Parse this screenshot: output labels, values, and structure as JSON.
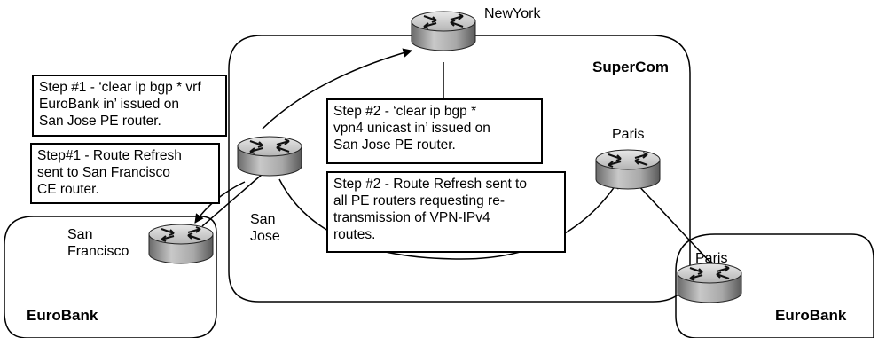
{
  "routers": {
    "newyork": "NewYork",
    "san_jose": [
      "San",
      "Jose"
    ],
    "paris_pe": "Paris",
    "san_francisco": [
      "San",
      "Francisco"
    ],
    "paris_ce": "Paris"
  },
  "clouds": {
    "supercom": "SuperCom",
    "eurobank_left": "EuroBank",
    "eurobank_right": "EuroBank"
  },
  "notes": {
    "step1_clear": [
      "Step #1 - ‘clear ip bgp * vrf",
      "EuroBank in’ issued on",
      "San Jose PE router."
    ],
    "step1_refresh": [
      "Step#1 - Route Refresh",
      "sent to San Francisco",
      "CE router."
    ],
    "step2_clear": [
      "Step #2 - ‘clear ip bgp *",
      "vpn4 unicast in’ issued on",
      "San Jose PE router."
    ],
    "step2_refresh": [
      "Step #2 - Route Refresh sent to",
      "all PE routers requesting re-",
      "transmission of VPN-IPv4",
      "routes."
    ]
  }
}
